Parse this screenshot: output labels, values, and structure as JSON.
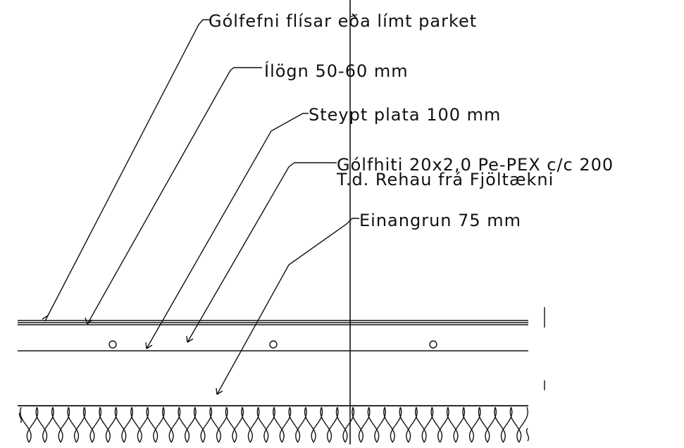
{
  "drawing": {
    "line_color": "#111111",
    "background": "#ffffff",
    "labels": {
      "floor_covering": "Gólfefni flísar eða límt parket",
      "screed": "Ílögn 50-60 mm",
      "concrete_slab": "Steypt plata 100 mm",
      "floor_heating_line1": "Gólfhiti 20x2,0 Pe-PEX c/c 200",
      "floor_heating_line2": "T.d. Rehau frá Fjöltækni",
      "insulation": "Einangrun 75 mm"
    }
  }
}
